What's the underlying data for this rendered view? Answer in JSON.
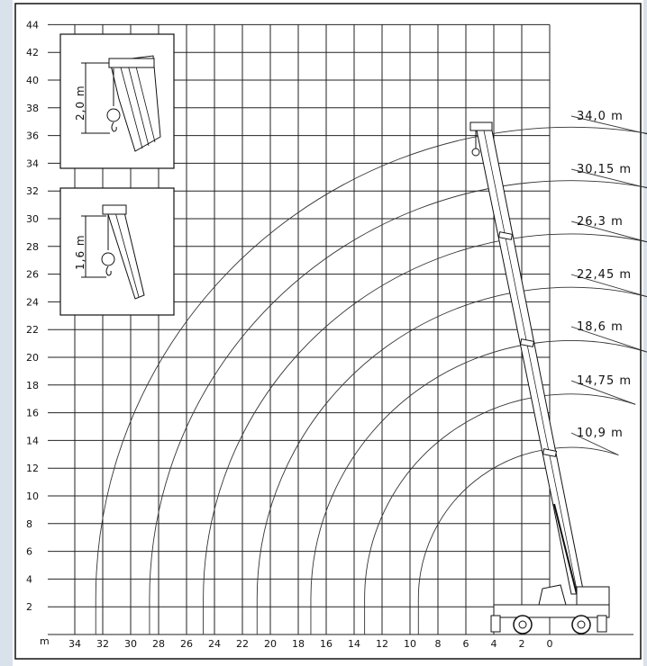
{
  "diagram": {
    "y_axis_ticks": [
      "2",
      "4",
      "6",
      "8",
      "10",
      "12",
      "14",
      "16",
      "18",
      "20",
      "22",
      "24",
      "26",
      "28",
      "30",
      "32",
      "34",
      "36",
      "38",
      "40",
      "42",
      "44"
    ],
    "x_axis_ticks": [
      "34",
      "32",
      "30",
      "28",
      "26",
      "24",
      "22",
      "20",
      "18",
      "16",
      "14",
      "12",
      "10",
      "8",
      "6",
      "4",
      "2",
      "0"
    ],
    "x_unit": "m",
    "boom_labels": [
      "34,0 m",
      "30,15 m",
      "26,3 m",
      "22,45 m",
      "18,6 m",
      "14,75 m",
      "10,9 m"
    ],
    "boom_lengths_m": [
      34.0,
      30.15,
      26.3,
      22.45,
      18.6,
      14.75,
      10.9
    ],
    "insets": [
      {
        "label": "2,0 m"
      },
      {
        "label": "1,6 m"
      }
    ]
  }
}
